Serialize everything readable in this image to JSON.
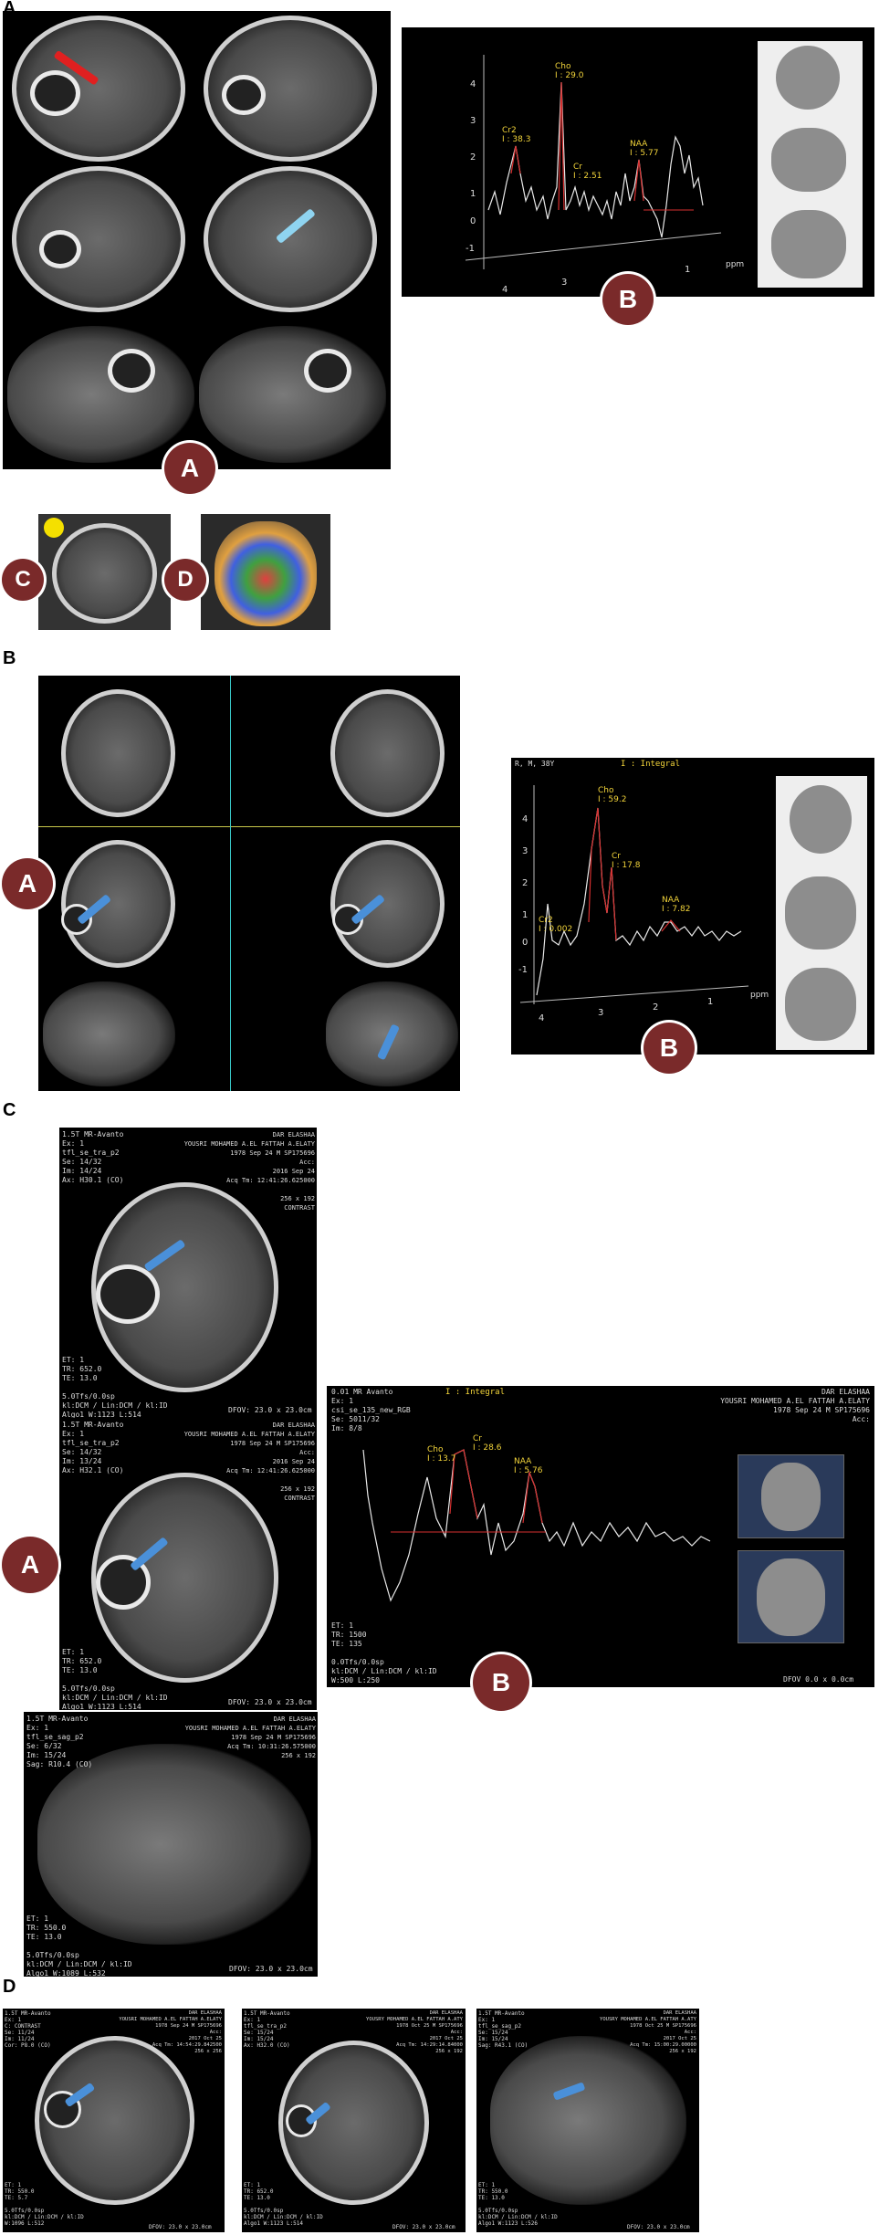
{
  "sections": [
    {
      "letter": "A"
    },
    {
      "letter": "B"
    },
    {
      "letter": "C"
    },
    {
      "letter": "D"
    }
  ],
  "badges": {
    "A": "A",
    "B": "B",
    "C": "C",
    "D": "D"
  },
  "secA": {
    "spectrum": {
      "peaks": [
        {
          "name": "Cr2",
          "value": "I : 38.3"
        },
        {
          "name": "Cho",
          "value": "I : 29.0"
        },
        {
          "name": "Cr",
          "value": "I : 2.51"
        },
        {
          "name": "NAA",
          "value": "I : 5.77"
        }
      ],
      "yticks": [
        "4",
        "3",
        "2",
        "1",
        "0",
        "-1"
      ],
      "xticks": [
        "4",
        "3",
        "2",
        "1"
      ],
      "xunit": "ppm"
    }
  },
  "secB": {
    "header": "R, M, 38Y",
    "mode": "I : Integral",
    "peaks": [
      {
        "name": "Cho",
        "value": "I : 59.2"
      },
      {
        "name": "Cr",
        "value": "I : 17.8"
      },
      {
        "name": "Cr2",
        "value": "I : 0.002"
      },
      {
        "name": "NAA",
        "value": "I : 7.82"
      }
    ],
    "yticks": [
      "4",
      "3",
      "2",
      "1",
      "0",
      "-1"
    ],
    "xticks": [
      "4",
      "3",
      "2",
      "1"
    ],
    "xunit": "ppm"
  },
  "secC": {
    "img1": {
      "left": "1.5T MR-Avanto\nEx: 1\ntfl_se_tra_p2\nSe: 14/32\nIm: 14/24\nAx: H30.1 (CO)",
      "right": "DAR ELASHAA\nYOUSRI MOHAMED A.EL FATTAH A.ELATY\n1978 Sep 24 M SP175696\nAcc:\n2016 Sep 24\nAcq Tm: 12:41:26.625000\n\n256 x 192\nCONTRAST",
      "bottomLeft": "ET: 1\nTR: 652.0\nTE: 13.0\n\n5.0Tfs/0.0sp\nkl:DCM / Lin:DCM / kl:ID\nAlgo1 W:1123 L:514",
      "bottomRight": "DFOV: 23.0 x 23.0cm"
    },
    "img2": {
      "left": "1.5T MR-Avanto\nEx: 1\ntfl_se_tra_p2\nSe: 14/32\nIm: 13/24\nAx: H32.1 (CO)",
      "right": "DAR ELASHAA\nYOUSRI MOHAMED A.EL FATTAH A.ELATY\n1978 Sep 24 M SP175696\nAcc:\n2016 Sep 24\nAcq Tm: 12:41:26.625000\n\n256 x 192\nCONTRAST",
      "bottomLeft": "ET: 1\nTR: 652.0\nTE: 13.0\n\n5.0Tfs/0.0sp\nkl:DCM / Lin:DCM / kl:ID\nAlgo1 W:1123 L:514",
      "bottomRight": "DFOV: 23.0 x 23.0cm"
    },
    "img3": {
      "left": "1.5T MR-Avanto\nEx: 1\ntfl_se_sag_p2\nSe: 6/32\nIm: 15/24\nSag: R10.4 (CO)",
      "right": "DAR ELASHAA\nYOUSRI MOHAMED A.EL FATTAH A.ELATY\n1978 Sep 24 M SP175696\nAcq Tm: 10:31:26.575000\n256 x 192",
      "bottomLeft": "ET: 1\nTR: 550.0\nTE: 13.0\n\n5.0Tfs/0.0sp\nkl:DCM / Lin:DCM / kl:ID\nAlgo1 W:1089 L:532",
      "bottomRight": "DFOV: 23.0 x 23.0cm"
    },
    "spectrum": {
      "left": "0.01 MR Avanto\nEx: 1\ncsi_se_135_new_RGB\nSe: 5011/32\nIm: 8/8",
      "right": "DAR ELASHAA\nYOUSRI MOHAMED A.EL FATTAH A.ELATY\n1978 Sep 24 M SP175696\nAcc:",
      "mode": "I : Integral",
      "peaks": [
        {
          "name": "Cho",
          "value": "I : 13.7"
        },
        {
          "name": "Cr",
          "value": "I : 28.6"
        },
        {
          "name": "NAA",
          "value": "I : 5.76"
        }
      ],
      "bottomLeft": "ET: 1\nTR: 1500\nTE: 135\n\n0.0Tfs/0.0sp\nkl:DCM / Lin:DCM / kl:ID\nW:500 L:250",
      "bottomRight": "DFOV 0.0 x 0.0cm"
    }
  },
  "secD": {
    "img1": {
      "left": "1.5T MR-Avanto\nEx: 1\nC: CONTRAST\nSe: 11/24\nIm: 11/24\nCor: P8.0 (CO)",
      "right": "DAR ELASHAA\nYOUSRI MOHAMED A.EL FATTAH A.ELATY\n1978 Sep 24 M SP175696\nAcc:\n2017 Oct 25\nAcq Tm: 14:54:29.842500\n256 x 256",
      "bottomLeft": "ET: 1\nTR: 550.0\nTE: 5.7\n\n5.0Tfs/0.0sp\nkl:DCM / Lin:DCM / kl:ID\nW:1096 L:512",
      "bottomRight": "DFOV: 23.0 x 23.0cm"
    },
    "img2": {
      "left": "1.5T MR-Avanto\nEx: 1\ntfl_se_tra_p2\nSe: 15/24\nIm: 15/24\nAx: H32.0 (CO)",
      "right": "DAR ELASHAA\nYOUSRY MOHAMED A.EL FATTAH A.ATY\n1978 Oct 25 M SP175696\nAcc:\n2017 Oct 25\nAcq Tm: 14:29:14.84000\n256 x 192",
      "bottomLeft": "ET: 1\nTR: 652.0\nTE: 13.0\n\n5.0Tfs/0.0sp\nkl:DCM / Lin:DCM / kl:ID\nAlgo1 W:1123 L:514",
      "bottomRight": "DFOV: 23.0 x 23.0cm"
    },
    "img3": {
      "left": "1.5T MR-Avanto\nEx: 1\ntfl_se_sag_p2\nSe: 15/24\nIm: 15/24\nSag: R43.1 (CO)",
      "right": "DAR ELASHAA\nYOUSRY MOHAMED A.EL FATTAH A.ATY\n1978 Oct 25 M SP175696\nAcc:\n2017 Oct 25\nAcq Tm: 15:00:29.00000\n256 x 192",
      "bottomLeft": "ET: 1\nTR: 550.0\nTE: 13.0\n\n5.0Tfs/0.0sp\nkl:DCM / Lin:DCM / kl:ID\nAlgo1 W:1123 L:526",
      "bottomRight": "DFOV: 23.0 x 23.0cm"
    }
  },
  "colors": {
    "badge": "#7a2a2a",
    "arrowRed": "#e02020",
    "arrowBlue": "#4a90d9",
    "arrowLightBlue": "#8fd4f0",
    "spectrumPeak": "#d83030",
    "label": "#f2d43a"
  }
}
